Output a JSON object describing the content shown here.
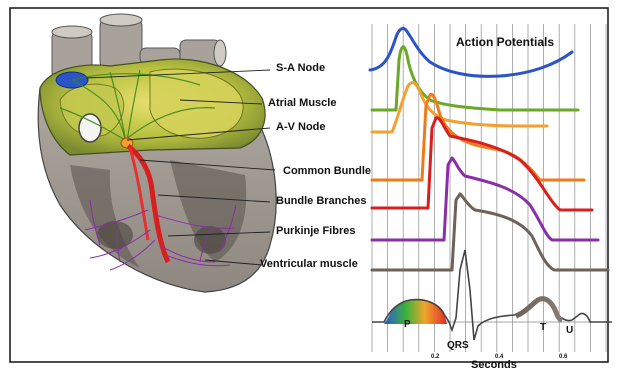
{
  "title": "Action Potentials",
  "labels": {
    "sa_node": "S-A Node",
    "atrial_muscle": "Atrial Muscle",
    "av_node": "A-V Node",
    "common_bundle": "Common Bundle",
    "bundle_branches": "Bundle Branches",
    "purkinje_fibres": "Purkinje Fibres",
    "ventricular_muscle": "Ventricular muscle"
  },
  "ecg": {
    "p": "P",
    "qrs": "QRS",
    "t": "T",
    "u": "U",
    "x_axis_label": "Seconds",
    "ticks": [
      "0.2",
      "0.4",
      "0.6"
    ]
  },
  "colors": {
    "sa_node": "#2a54c8",
    "atrial_muscle": "#6aa82a",
    "av_node": "#f4a030",
    "common_bundle": "#f07a18",
    "bundle_branches": "#d81e1e",
    "purkinje_fibres": "#8a2fa8",
    "ventricular_muscle": "#6e6258"
  }
}
